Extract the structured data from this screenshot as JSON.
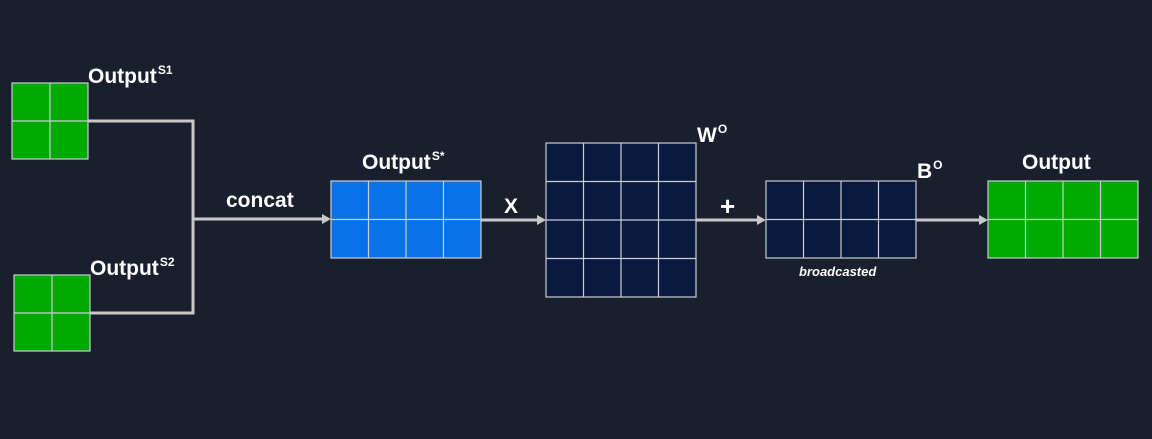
{
  "labels": {
    "output_s1": {
      "base": "Output",
      "sup": "S1"
    },
    "output_s2": {
      "base": "Output",
      "sup": "S2"
    },
    "output_s_star": {
      "base": "Output",
      "sup": "S*"
    },
    "output_final": "Output",
    "concat": "concat",
    "multiply": "X",
    "plus": "+",
    "w_o": {
      "base": "W",
      "sup": "O"
    },
    "b_o": {
      "base": "B",
      "sup": "O"
    },
    "broadcasted": "broadcasted"
  },
  "colors": {
    "background": "#1a1f2e",
    "green": "#00aa00",
    "blue": "#0a72e8",
    "navy": "#0a1a3f",
    "grid": "#c8cdd6",
    "connector": "#c8c8c8",
    "text": "#ffffff"
  }
}
